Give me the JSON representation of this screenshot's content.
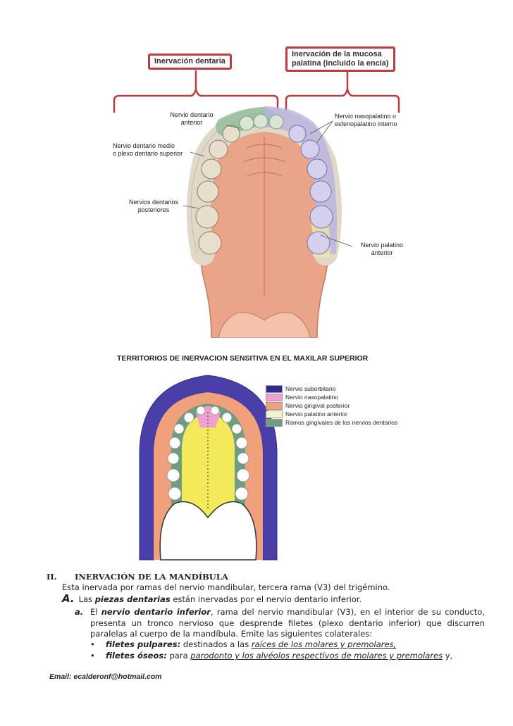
{
  "figure1": {
    "box_left": "Inervación dentaria",
    "box_right_line1": "Inervación de la mucosa",
    "box_right_line2": "palatina (incluido la encía)",
    "label_anterior_line1": "Nervio dentario",
    "label_anterior_line2": "anterior",
    "label_medio_line1": "Nervio dentario  medio",
    "label_medio_line2": "o plexo dentario superior",
    "label_posteriores_line1": "Nervios dentarios",
    "label_posteriores_line2": "posteriores",
    "label_nasopalatino_line1": "Nervio nasopalatino o",
    "label_nasopalatino_line2": "esfenopalatino interno",
    "label_palatino_line1": "Nervio palatino",
    "label_palatino_line2": "anterior",
    "colors": {
      "bracket": "#c13a3f",
      "palate": "#e9a48a",
      "gum": "#8fbf98",
      "lavender": "#b9b3e0",
      "yellow": "#efe7a6"
    }
  },
  "figure2": {
    "title": "TERRITORIOS DE INERVACION SENSITIVA EN EL MAXILAR SUPERIOR",
    "legend": [
      {
        "label": "Nervio suborbitario",
        "color": "#2e2a8f"
      },
      {
        "label": "Nervio nasopalatino",
        "color": "#f0a0d0"
      },
      {
        "label": "Nervio  gingival posterior",
        "color": "#f0a07a"
      },
      {
        "label": "Nervio  palatino anterior",
        "color": "#f6f3c8"
      },
      {
        "label": "Ramos gingivales de los nervios dentarios",
        "color": "#6e9e80"
      }
    ]
  },
  "section": {
    "number": "II.",
    "title": "INERVACIÓN DE LA MANDÍBULA",
    "intro": "Esta inervada por ramas del nervio mandibular, tercera rama (V3) del trigémino.",
    "A_letter": "A.",
    "A_pre": "Las ",
    "A_bold": "piezas dentarias",
    "A_post": " están inervadas por el nervio dentario inferior.",
    "a_letter": "a.",
    "a_pre": "El ",
    "a_bold": "nervio dentario inferior",
    "a_post": ", rama del nervio mandibular (V3), en el interior de su conducto, presenta un tronco nervioso que desprende filetes (plexo dentario inferior) que discurren paralelas al cuerpo de la mandíbula. Emite las siguientes colaterales:",
    "bullet1_bold": "filetes pulpares:",
    "bullet1_text": " destinados a las ",
    "bullet1_u": "raíces de los molares y premolares,",
    "bullet2_bold": "filetes óseos:",
    "bullet2_text": " para ",
    "bullet2_u": "parodonto y los alvéolos respectivos de molares y premolares",
    "bullet2_end": " y,"
  },
  "footer": {
    "email": "Email: ecalderonf@hotmail.com"
  }
}
